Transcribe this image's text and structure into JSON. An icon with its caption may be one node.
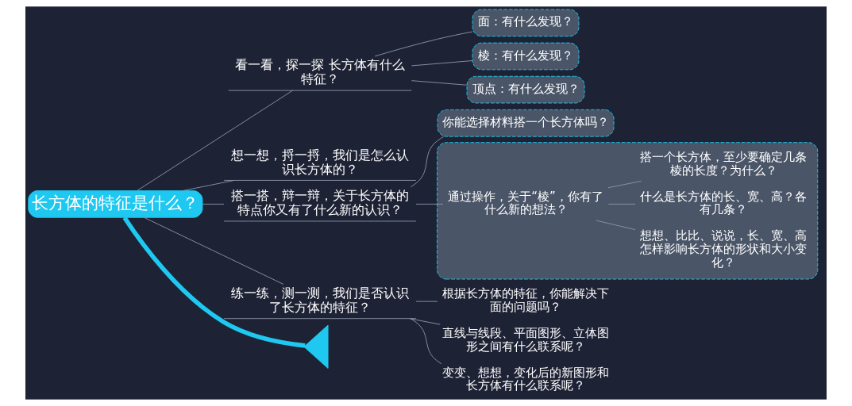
{
  "diagram": {
    "nodes": [
      {
        "text": [
          "长方体的特征是什么？"
        ]
      },
      {
        "text": [
          "看一看，探一探 长方体有什么特征？"
        ]
      },
      {
        "text": [
          "面：有什么发现？"
        ]
      },
      {
        "text": [
          "棱：有什么发现？"
        ]
      },
      {
        "text": [
          "顶点：有什么发现？"
        ]
      },
      {
        "text": [
          "想一想，捋一捋，我们是怎么认识长方体的？"
        ]
      },
      {
        "text": [
          "搭一搭，辩一辩，关于长方体的特点你又有了什么新的认识？"
        ]
      },
      {
        "text": [
          "你能选择材料搭一个长方体吗？"
        ]
      },
      {
        "text": [],
        "shape": "box"
      },
      {
        "text": [
          "通过操作，关于“棱”，你有了什么新的想法？"
        ],
        "in": 8
      },
      {
        "text": [
          "搭一个长方体，至少要确定几条棱的长度？为什么？"
        ],
        "in": 8
      },
      {
        "text": [
          "什么是长方体的长、宽、高？各有几条？"
        ],
        "in": 8
      },
      {
        "text": [
          "想想、比比、说说，长、宽、高怎样影响长方体的形状和大小变化？"
        ],
        "in": 8
      },
      {
        "text": [
          "练一练，测一测，我们是否认识了长方体的特征？"
        ]
      },
      {
        "text": [
          "根据长方体的特征，你能解决下面的问题吗？"
        ]
      },
      {
        "text": [
          "直线与线段、平面图形、立体图形之间有什么联系呢？"
        ]
      },
      {
        "text": [
          "变变、想想，变化后的新图形和长方体有什么联系呢？"
        ]
      },
      {
        "text": [],
        "shape": "triangle"
      }
    ],
    "edges": [
      {
        "from": 17,
        "to": 0,
        "arrow": "none",
        "style": "thick",
        "color": "#1ec8f0"
      },
      {
        "from": 1,
        "to": 0,
        "arrow": "none"
      },
      {
        "from": 2,
        "to": 1,
        "arrow": "none"
      },
      {
        "from": 3,
        "to": 1,
        "arrow": "none"
      },
      {
        "from": 4,
        "to": 1,
        "arrow": "none"
      },
      {
        "from": 5,
        "to": 0,
        "arrow": "none"
      },
      {
        "from": 6,
        "to": 0,
        "arrow": "none"
      },
      {
        "from": 7,
        "to": 6,
        "arrow": "none"
      },
      {
        "from": 9,
        "to": 6,
        "arrow": "none"
      },
      {
        "from": 10,
        "to": 9,
        "arrow": "none"
      },
      {
        "from": 11,
        "to": 9,
        "arrow": "none"
      },
      {
        "from": 12,
        "to": 9,
        "arrow": "none"
      },
      {
        "from": 13,
        "to": 0,
        "arrow": "none"
      },
      {
        "from": 14,
        "to": 13,
        "arrow": "none"
      },
      {
        "from": 15,
        "to": 13,
        "arrow": "none"
      },
      {
        "from": 16,
        "to": 13,
        "arrow": "none"
      }
    ]
  }
}
